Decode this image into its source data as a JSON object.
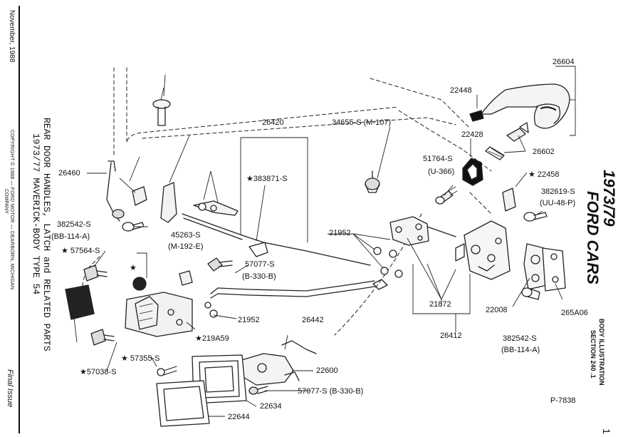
{
  "margin": {
    "date": "November, 1988",
    "copyright": "COPYRIGHT © 1988  —  FORD MOTOR  —  DEARBORN, MICHIGAN",
    "company": "COMPANY",
    "final_issue": "Final Issue",
    "title_line1": "REAR DOOR HANDLES, LATCH and RELATED PARTS",
    "title_line2": "1973/77  MAVERICK-BODY TYPE 54"
  },
  "right_margin": {
    "year_range": "1973/79",
    "brand": "FORD CARS",
    "body_illustration": "BODY ILLUSTRATION",
    "section": "SECTION 240 .1",
    "page_number": "1"
  },
  "figure_code": "P-7838",
  "labels": {
    "l26604": "26604",
    "l22448": "22448",
    "l26420": "26420",
    "l34655": "34655-S (M-107)",
    "l22428": "22428",
    "l26602": "26602",
    "l51764": "51764-S",
    "l51764b": "(U-366)",
    "l22458": "★ 22458",
    "l26460": "26460",
    "l383871": "★383871-S",
    "l382619": "382619-S",
    "l382619b": "(UU-48-P)",
    "l382542a": "382542-S",
    "l382542ab": "(BB-114-A)",
    "l45263": "45263-S",
    "l45263b": "(M-192-E)",
    "l21952a": "21952",
    "l57564": "★ 57564-S",
    "l57077a": "57077-S",
    "l57077ab": "(B-330-B)",
    "l21872": "21872",
    "l22008": "22008",
    "l265a06": "265A06",
    "l21952b": "21952",
    "l26442": "26442",
    "l26412": "26412",
    "l219a59": "★219A59",
    "l382542b": "382542-S",
    "l382542bb": "(BB-114-A)",
    "l57355": "★ 57355-S",
    "l57038": "★57038-S",
    "l22600": "22600",
    "l57077b": "57077-S (B-330-B)",
    "l22634": "22634",
    "l22644": "22644",
    "star": "★"
  }
}
